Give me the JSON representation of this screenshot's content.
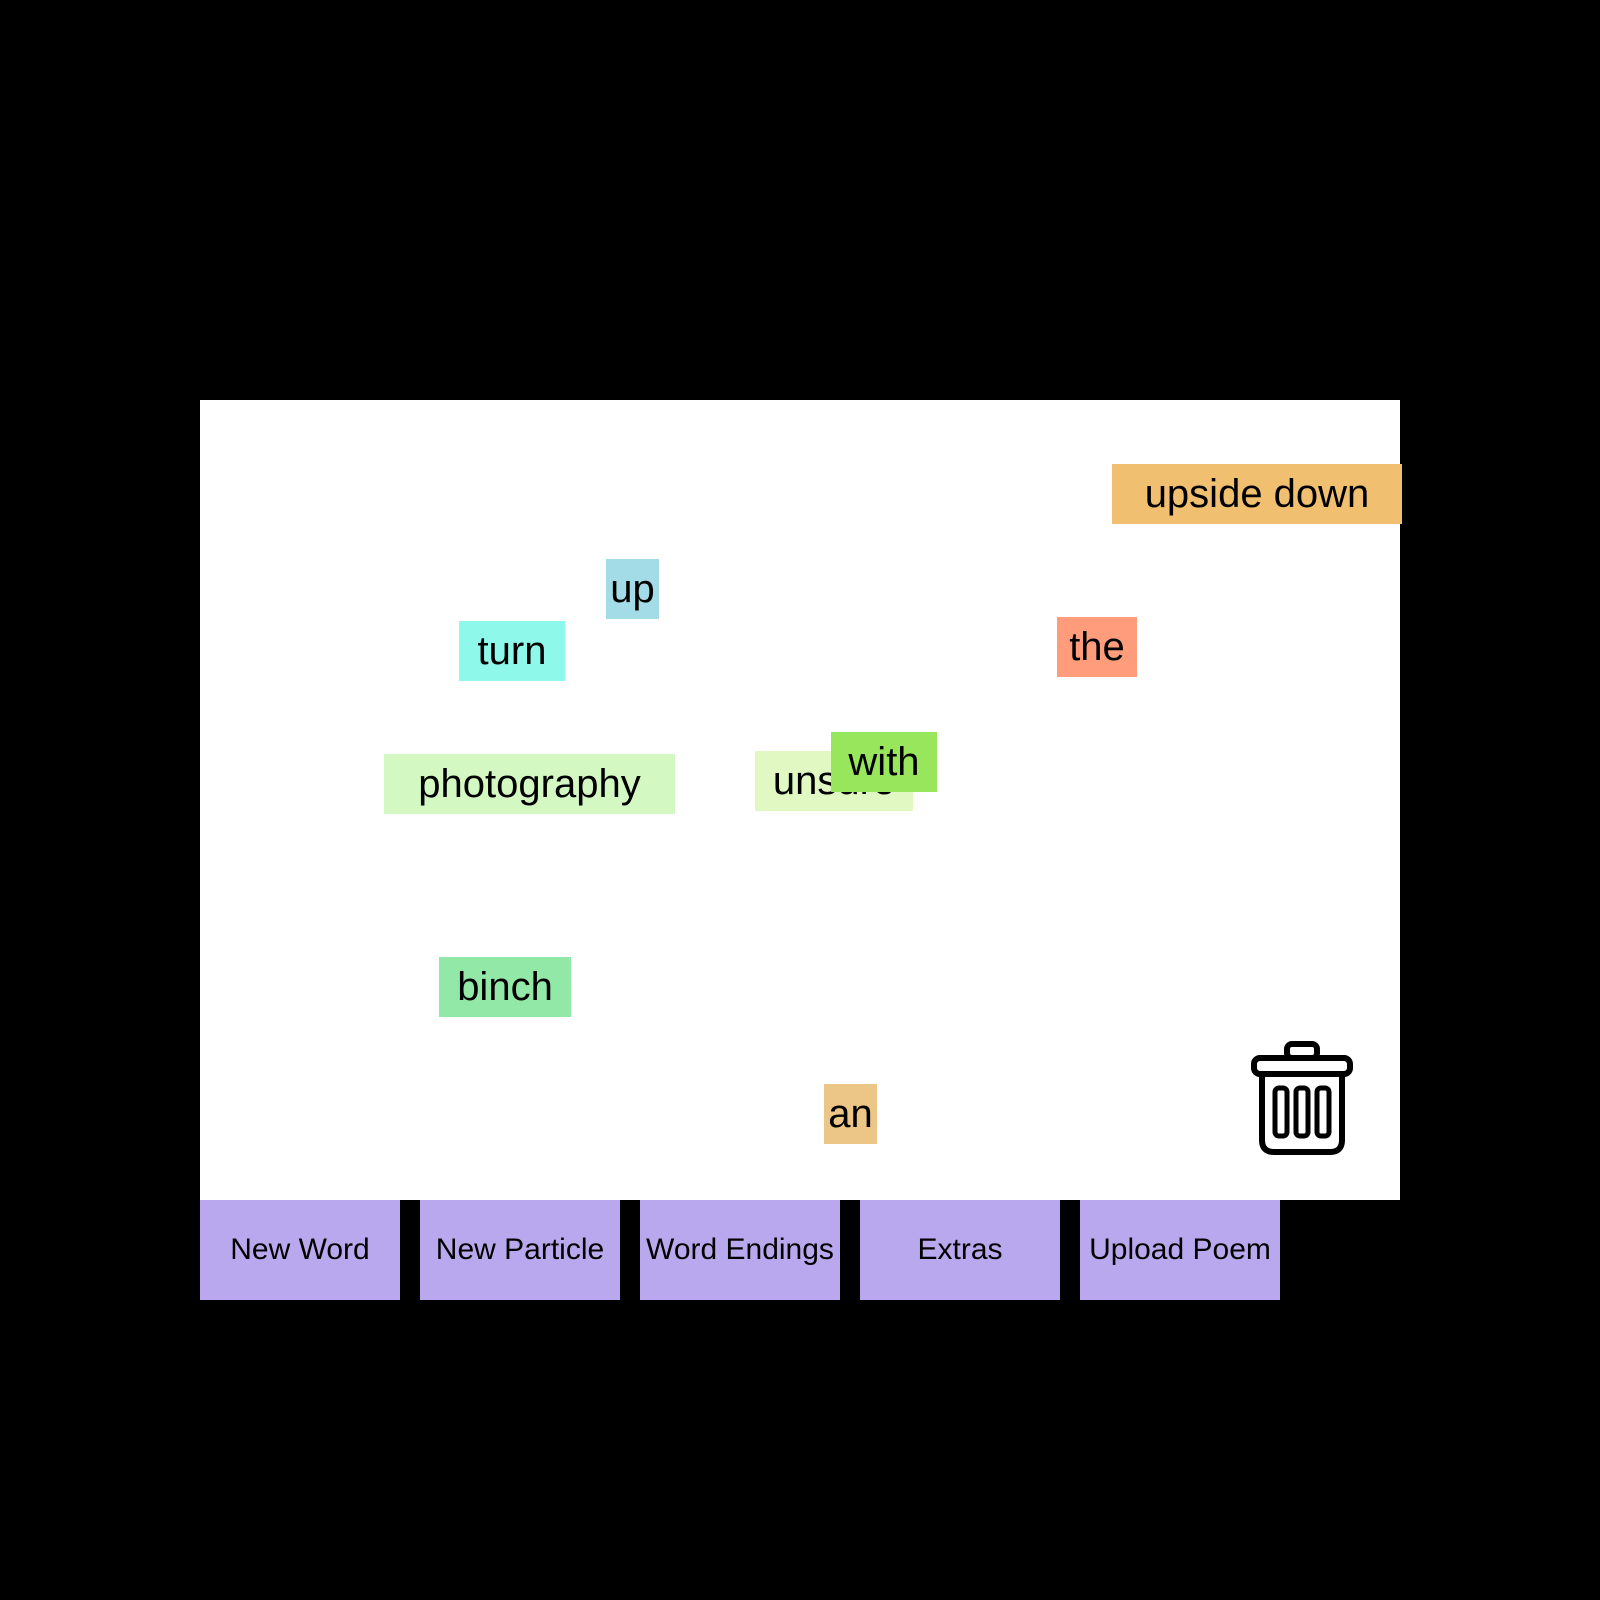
{
  "colors": {
    "background": "#000000",
    "board": "#ffffff",
    "button": "#baa8ee"
  },
  "words": [
    {
      "text": "upside down",
      "color": "#f0c070"
    },
    {
      "text": "up",
      "color": "#a3dbe6"
    },
    {
      "text": "turn",
      "color": "#8ef8ea"
    },
    {
      "text": "the",
      "color": "#fe9c7c"
    },
    {
      "text": "photography",
      "color": "#d4f8c2"
    },
    {
      "text": "unsure",
      "color": "#e2f8c2"
    },
    {
      "text": "with",
      "color": "#98e65c"
    },
    {
      "text": "binch",
      "color": "#92e8a6"
    },
    {
      "text": "an",
      "color": "#ecc687"
    }
  ],
  "trash": {
    "icon": "trash-icon"
  },
  "toolbar": {
    "new_word": "New Word",
    "new_particle": "New Particle",
    "word_endings": "Word Endings",
    "extras": "Extras",
    "upload_poem": "Upload Poem"
  }
}
